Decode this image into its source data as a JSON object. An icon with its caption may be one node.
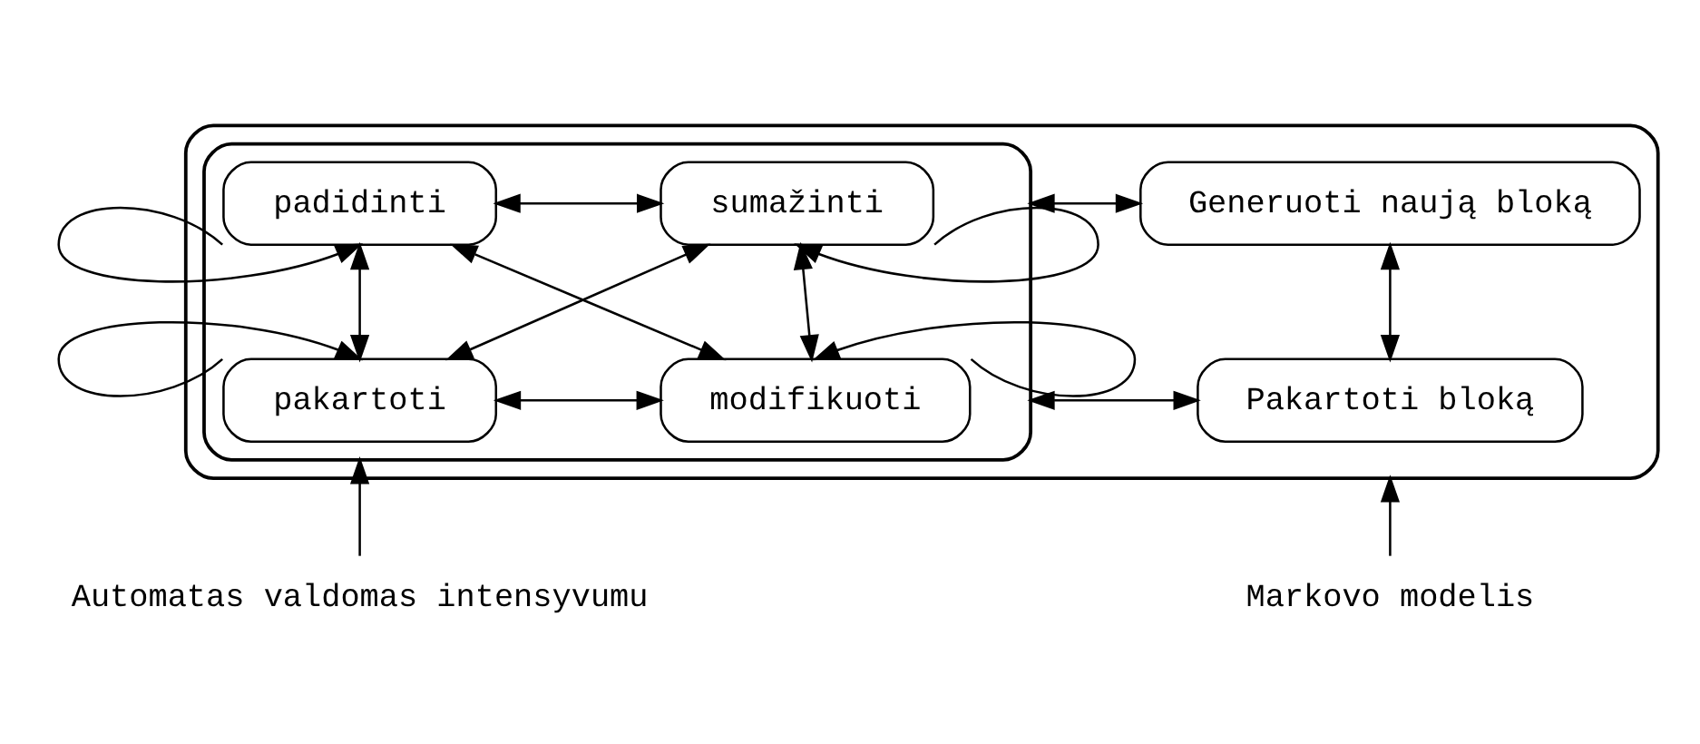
{
  "diagram": {
    "nodes": [
      {
        "text": [],
        "shape": "box"
      },
      {
        "text": [],
        "shape": "box",
        "in": 0
      },
      {
        "text": [
          "padidinti"
        ],
        "in": 1
      },
      {
        "text": [
          "sumažinti"
        ],
        "in": 1
      },
      {
        "text": [
          "pakartoti"
        ],
        "in": 1
      },
      {
        "text": [
          "modifikuoti"
        ],
        "in": 1
      },
      {
        "text": [
          "Generuoti naują bloką"
        ],
        "in": 0
      },
      {
        "text": [
          "Pakartoti bloką"
        ],
        "in": 0
      },
      {
        "text": [
          "Automatas valdomas intensyvumu"
        ]
      },
      {
        "text": [
          "Markovo modelis"
        ]
      }
    ],
    "edges": [
      {
        "from": 2,
        "to": 3,
        "arrow": "both"
      },
      {
        "from": 1,
        "to": 6,
        "arrow": "both"
      },
      {
        "from": 2,
        "to": 2,
        "arrow": "to"
      },
      {
        "from": 3,
        "to": 3,
        "arrow": "to"
      },
      {
        "from": 2,
        "to": 4,
        "arrow": "both"
      },
      {
        "from": 2,
        "to": 5,
        "arrow": "both"
      },
      {
        "from": 3,
        "to": 4,
        "arrow": "both"
      },
      {
        "from": 3,
        "to": 5,
        "arrow": "both"
      },
      {
        "from": 6,
        "to": 7,
        "arrow": "both"
      },
      {
        "from": 4,
        "to": 4,
        "arrow": "to"
      },
      {
        "from": 5,
        "to": 5,
        "arrow": "to"
      },
      {
        "from": 4,
        "to": 5,
        "arrow": "both"
      },
      {
        "from": 1,
        "to": 7,
        "arrow": "both"
      },
      {
        "from": 8,
        "to": 1,
        "arrow": "to"
      },
      {
        "from": 9,
        "to": 0,
        "arrow": "to"
      }
    ]
  }
}
